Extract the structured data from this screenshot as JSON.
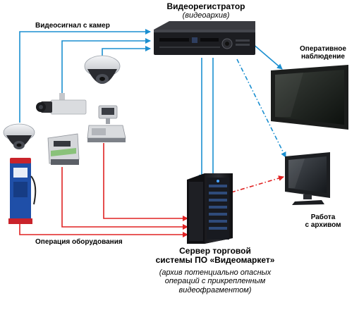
{
  "labels": {
    "dvr_title": "Видеорегистратор",
    "dvr_subtitle": "(видеоархив)",
    "video_signal": "Видеосигнал с камер",
    "monitoring_line1": "Оперативное",
    "monitoring_line2": "наблюдение",
    "archive_work_line1": "Работа",
    "archive_work_line2": "с архивом",
    "equipment_operation": "Операция оборудования",
    "server_line1": "Сервер торговой",
    "server_line2": "системы ПО «Видеомаркет»",
    "server_note_line1": "(архив потенциально опасных",
    "server_note_line2": "операций с прикрепленным",
    "server_note_line3": "видеофрагментом)"
  },
  "colors": {
    "video_line": "#1b8fd0",
    "operation_line": "#e02222",
    "monitor_link": "#1b8fd0",
    "server_link": "#e02222"
  },
  "icons": {
    "dvr": "dvr-icon",
    "monitor_large": "monitor-large-icon",
    "monitor_small": "monitor-small-icon",
    "server": "server-tower-icon",
    "dome_camera_1": "dome-camera-icon",
    "dome_camera_2": "dome-camera-icon",
    "box_camera": "box-camera-icon",
    "cash_register": "cash-register-icon",
    "money_counter": "money-counter-icon",
    "fuel_dispenser": "fuel-dispenser-icon"
  }
}
